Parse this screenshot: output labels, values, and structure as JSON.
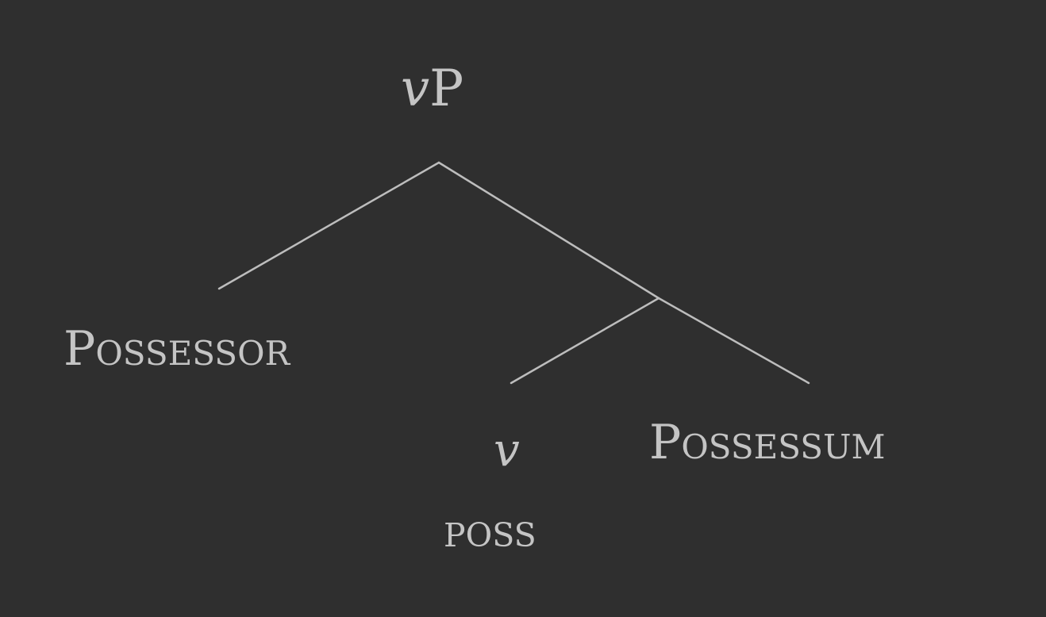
{
  "tree": {
    "root": {
      "head": "v",
      "suffix": "P"
    },
    "left_child": {
      "label": "Possessor"
    },
    "inner_node": {
      "head": {
        "label": "v",
        "gloss": "poss"
      },
      "complement": {
        "label": "Possessum"
      }
    }
  },
  "colors": {
    "background": "#2f2f2f",
    "text": "#c4c4c4",
    "edges": "#bdbdbd"
  }
}
